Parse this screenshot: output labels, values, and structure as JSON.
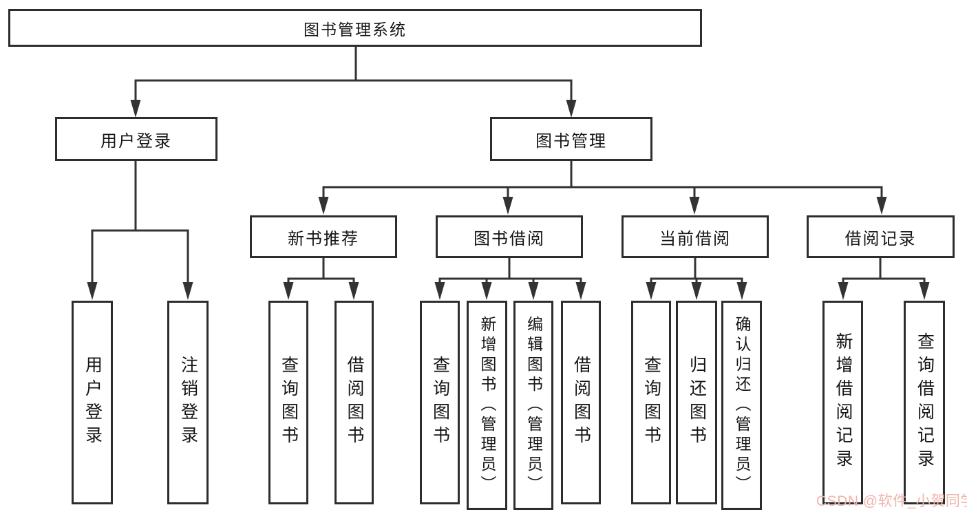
{
  "diagram_title": "图书管理系统",
  "nodes": {
    "root": "图书管理系统",
    "user_login": "用户登录",
    "book_mgmt": "图书管理",
    "new_books": "新书推荐",
    "book_borrow": "图书借阅",
    "current_borrow": "当前借阅",
    "borrow_records": "借阅记录"
  },
  "leaves": {
    "user_login": [
      "用户登录",
      "注销登录"
    ],
    "new_books": [
      "查询图书",
      "借阅图书"
    ],
    "book_borrow": [
      "查询图书",
      "新增图书（管理员）",
      "编辑图书（管理员）",
      "借阅图书"
    ],
    "current_borrow": [
      "查询图书",
      "归还图书",
      "确认归还（管理员）"
    ],
    "borrow_records": [
      "新增借阅记录",
      "查询借阅记录"
    ]
  },
  "colors": {
    "line": "#333333",
    "border": "#2d2d2d",
    "text": "#151515",
    "watermark": "#f0b4ac"
  },
  "watermark": {
    "text": "CSDN @软件_小贺同学"
  }
}
